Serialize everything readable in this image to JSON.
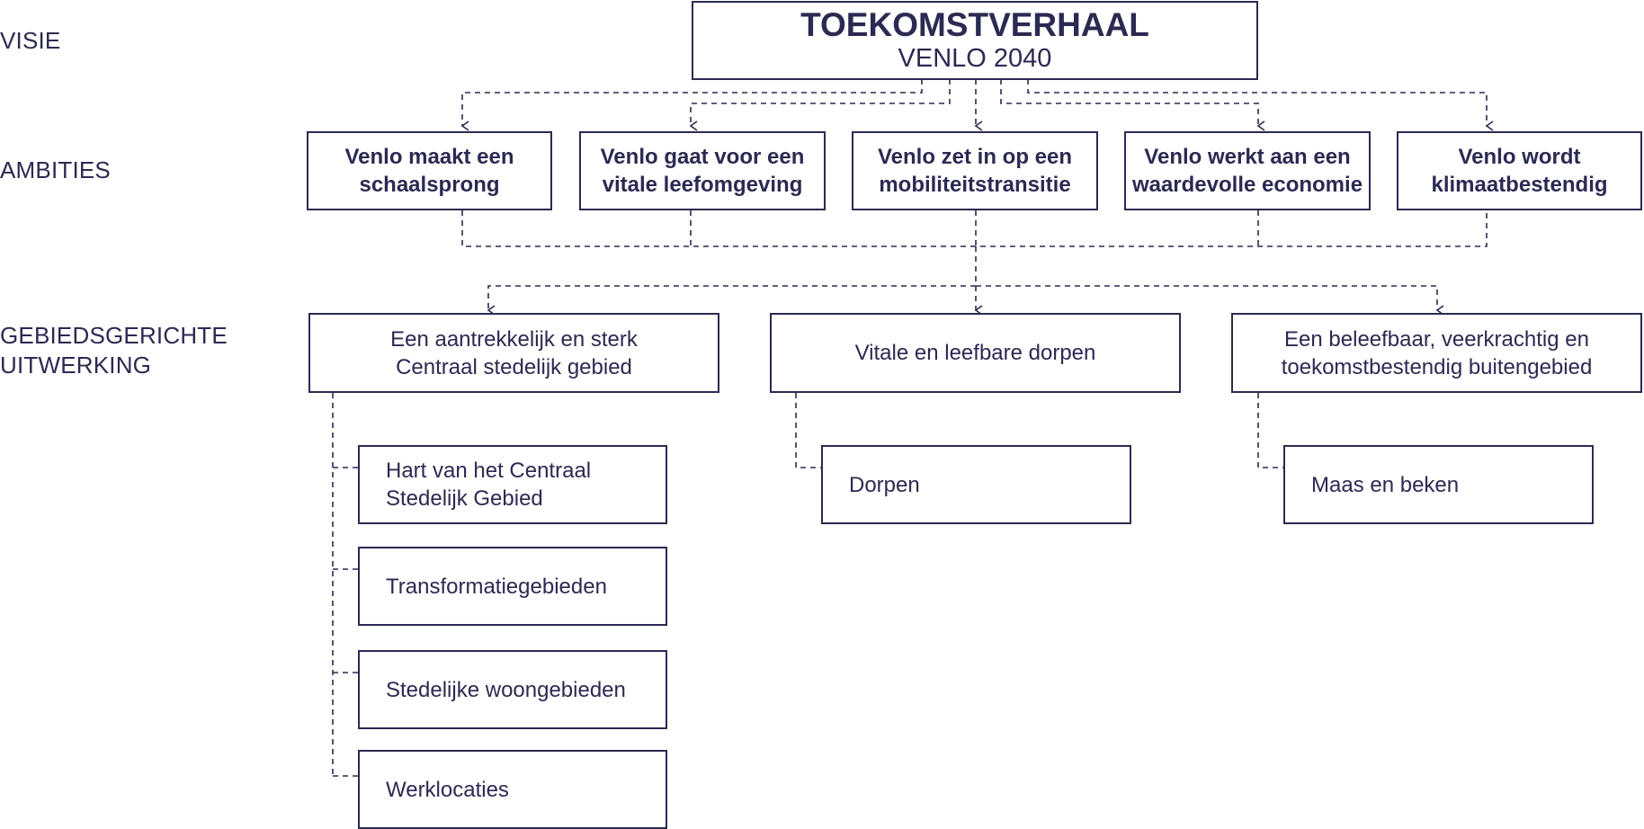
{
  "row_labels": {
    "visie": "VISIE",
    "ambities": "AMBITIES",
    "gebiedsgerichte_line1": "GEBIEDSGERICHTE",
    "gebiedsgerichte_line2": "UITWERKING"
  },
  "top": {
    "title": "TOEKOMSTVERHAAL",
    "subtitle": "VENLO 2040"
  },
  "ambities": [
    {
      "line1": "Venlo maakt een",
      "line2": "schaalsprong"
    },
    {
      "line1": "Venlo gaat voor een",
      "line2": "vitale leefomgeving"
    },
    {
      "line1": "Venlo zet in op een",
      "line2": "mobiliteitstransitie"
    },
    {
      "line1": "Venlo werkt aan een",
      "line2": "waardevolle economie"
    },
    {
      "line1": "Venlo wordt",
      "line2": "klimaatbestendig"
    }
  ],
  "gebieden": [
    {
      "line1": "Een aantrekkelijk en sterk",
      "line2": "Centraal stedelijk gebied"
    },
    {
      "line1": "Vitale en leefbare dorpen",
      "line2": ""
    },
    {
      "line1": "Een beleefbaar, veerkrachtig en",
      "line2": "toekomstbestendig buitengebied"
    }
  ],
  "sub_centraal": [
    {
      "line1": "Hart van het Centraal",
      "line2": "Stedelijk Gebied"
    },
    {
      "line1": "Transformatiegebieden",
      "line2": ""
    },
    {
      "line1": "Stedelijke woongebieden",
      "line2": ""
    },
    {
      "line1": "Werklocaties",
      "line2": ""
    }
  ],
  "sub_dorpen": [
    {
      "line1": "Dorpen"
    }
  ],
  "sub_buiten": [
    {
      "line1": "Maas en beken"
    }
  ],
  "colors": {
    "ink": "#2b2a52"
  }
}
